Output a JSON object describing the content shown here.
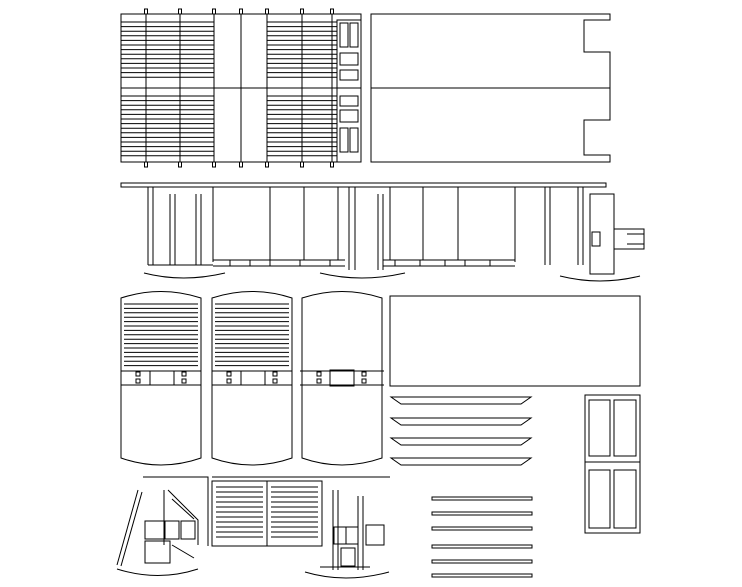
{
  "drawing": {
    "background": "#ffffff",
    "line_color": "#000000",
    "parts": [
      "roof-sheet-plan",
      "roof-panel",
      "side-elevation-strip",
      "end-panel-slatted-1",
      "end-panel-slatted-2",
      "end-panel-plain",
      "floor-panel",
      "bracket-rails",
      "door-panel",
      "corner-frame-left",
      "slat-panel-pair",
      "corner-frame-right",
      "loose-slats"
    ]
  }
}
